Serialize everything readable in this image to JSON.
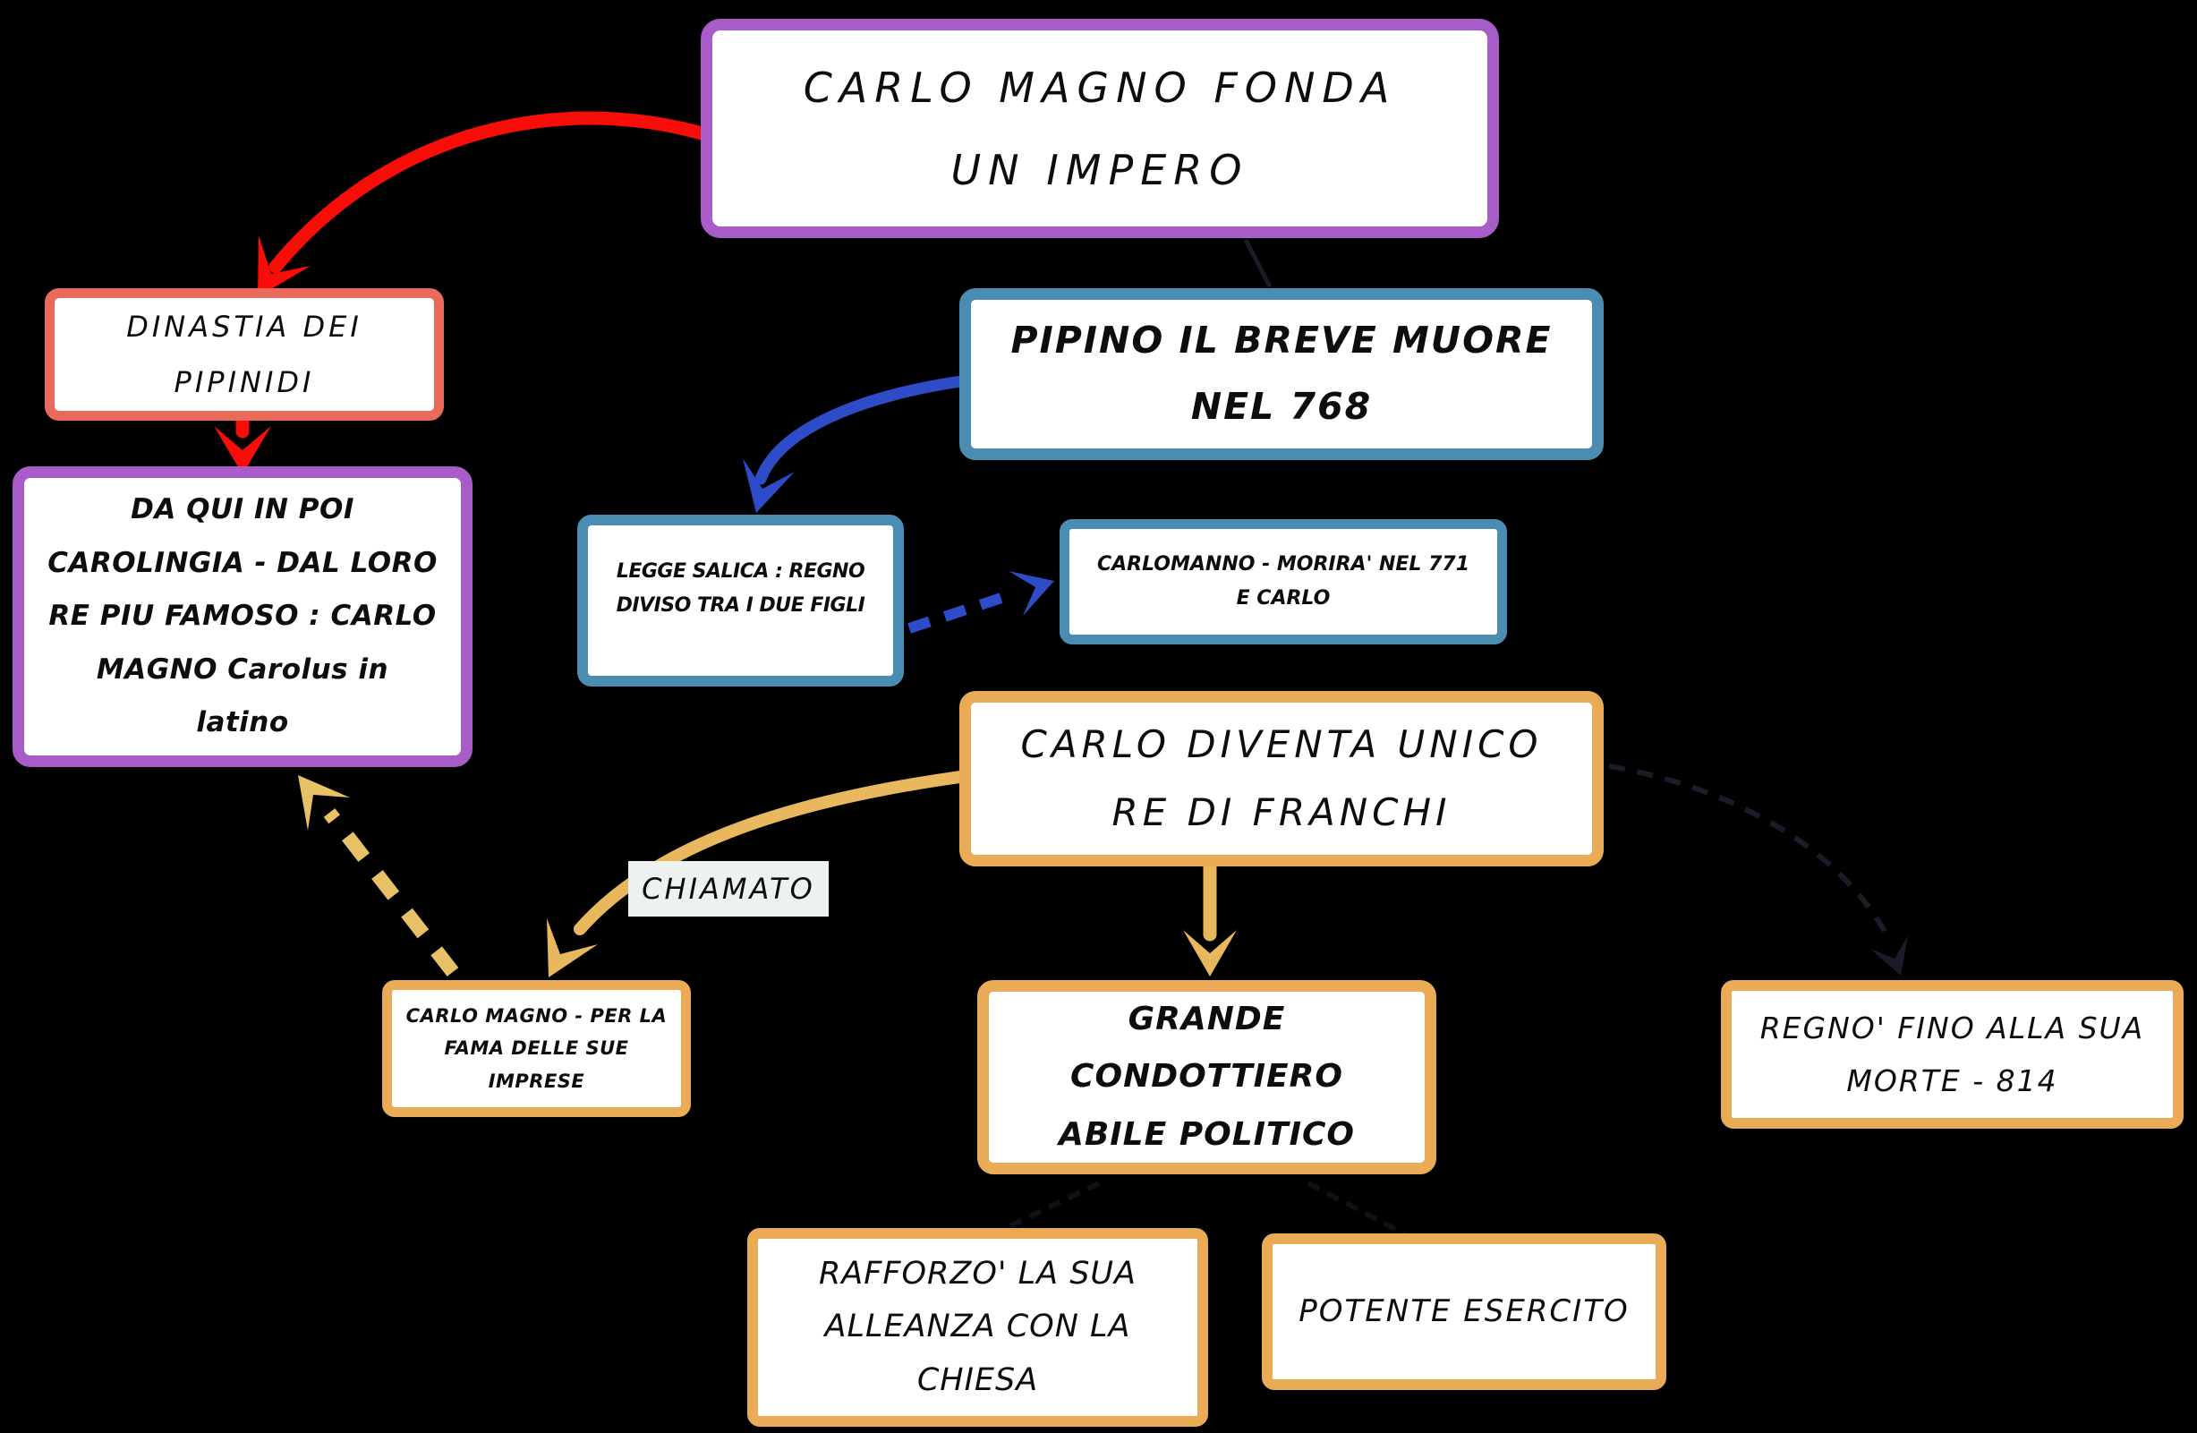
{
  "diagram": {
    "type": "concept-map",
    "language": "it",
    "background": "#000000"
  },
  "colors": {
    "node_bg": "#ffffff",
    "text": "#0d0d0d",
    "purple": "#a85cc8",
    "salmon": "#e86a5d",
    "steel_blue": "#4b8cb2",
    "orange": "#e9ab55",
    "arrow_red": "#f90d09",
    "arrow_blue": "#2e4cc7",
    "arrow_gold": "#e9b85e",
    "arrow_gold_light": "#e8c167",
    "faint": "#1b1b2a",
    "faint_dim": "#101018",
    "label_bg": "#edf1f0"
  },
  "nodes": {
    "founder": {
      "text": "CARLO MAGNO FONDA\nUN IMPERO",
      "border": "#a85cc8"
    },
    "dinastia": {
      "text": "DINASTIA DEI\nPIPINIDI",
      "border": "#e86a5d"
    },
    "carolingia": {
      "text": "DA QUI IN POI\nCAROLINGIA - DAL LORO\nRE PIU FAMOSO : CARLO\nMAGNO Carolus in\nlatino",
      "border": "#a85cc8"
    },
    "pipino": {
      "text": "PIPINO IL BREVE MUORE\nNEL 768",
      "border": "#4b8cb2"
    },
    "legge_salica": {
      "text": "LEGGE SALICA : REGNO\nDIVISO TRA I DUE FIGLI",
      "border": "#4b8cb2"
    },
    "carlomanno": {
      "text": "CARLOMANNO - MORIRA' NEL 771\nE CARLO",
      "border": "#4b8cb2"
    },
    "diventa": {
      "text": "CARLO DIVENTA UNICO\nRE DI FRANCHI",
      "border": "#e9ab55"
    },
    "chiamato": {
      "text": "CHIAMATO",
      "bg": "#edf1f0"
    },
    "fama": {
      "text": "CARLO MAGNO - PER LA\nFAMA DELLE SUE\nIMPRESE",
      "border": "#e9ab55"
    },
    "grande": {
      "text": "GRANDE\nCONDOTTIERO\nABILE POLITICO",
      "border": "#e9ab55"
    },
    "regno": {
      "text": "REGNO' FINO ALLA SUA\nMORTE - 814",
      "border": "#e9ab55"
    },
    "rafforzo": {
      "text": "RAFFORZO' LA SUA\nALLEANZA CON LA\nCHIESA",
      "border": "#e9ab55"
    },
    "potente": {
      "text": "POTENTE ESERCITO",
      "border": "#e9ab55"
    }
  }
}
